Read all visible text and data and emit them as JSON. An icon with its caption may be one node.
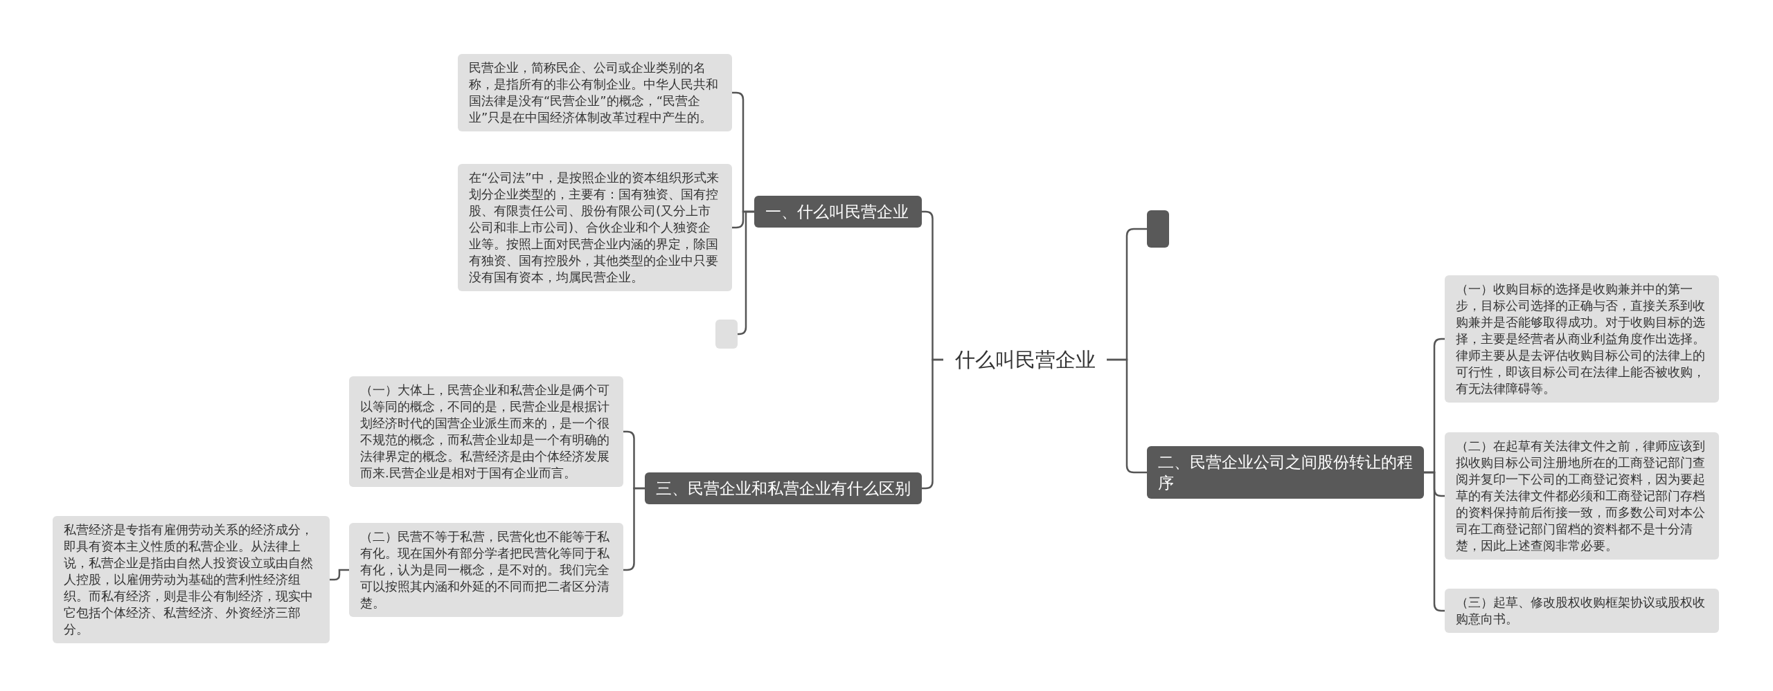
{
  "diagram": {
    "nodes": [
      {
        "text": [
          "什么叫民营企业"
        ]
      },
      {
        "text": [
          "一、什么叫民营企业"
        ]
      },
      {
        "text": [
          "民营企业，简称民企、公司或企业类别的名称，是指所有的非公有制企业。中华人民共和国法律是没有“民营企业”的概念，“民营企业”只是在中国经济体制改革过程中产生的。"
        ]
      },
      {
        "text": [
          "在“公司法”中，是按照企业的资本组织形式来划分企业类型的，主要有：国有独资、国有控股、有限责任公司、股份有限公司(又分上市公司和非上市公司)、合伙企业和个人独资企业等。按照上面对民营企业内涵的界定，除国有独资、国有控股外，其他类型的企业中只要没有国有资本，均属民营企业。"
        ]
      },
      {
        "text": [],
        "shape": "box"
      },
      {
        "text": [
          "三、民营企业和私营企业有什么区别"
        ]
      },
      {
        "text": [
          "（一）大体上，民营企业和私营企业是俩个可以等同的概念，不同的是，民营企业是根据计划经济时代的国营企业派生而来的，是一个很不规范的概念，而私营企业却是一个有明确的法律界定的概念。私营经济是由个体经济发展而来.民营企业是相对于国有企业而言。"
        ]
      },
      {
        "text": [
          "（二）民营不等于私营，民营化也不能等于私有化。现在国外有部分学者把民营化等同于私有化，认为是同一概念，是不对的。我们完全可以按照其内涵和外延的不同而把二者区分清楚。"
        ]
      },
      {
        "text": [
          "私营经济是专指有雇佣劳动关系的经济成分，即具有资本主义性质的私营企业。从法律上说，私营企业是指由自然人投资设立或由自然人控股，以雇佣劳动为基础的营利性经济组织。而私有经济，则是非公有制经济，现实中它包括个体经济、私营经济、外资经济三部分。"
        ]
      },
      {
        "text": [],
        "shape": "box"
      },
      {
        "text": [
          "二、民营企业公司之间股份转让的程序"
        ]
      },
      {
        "text": [
          "（一）收购目标的选择是收购兼并中的第一步，目标公司选择的正确与否，直接关系到收购兼并是否能够取得成功。对于收购目标的选择，主要是经营者从商业利益角度作出选择。律师主要从是去评估收购目标公司的法律上的可行性，即该目标公司在法律上能否被收购，有无法律障碍等。"
        ]
      },
      {
        "text": [
          "（二）在起草有关法律文件之前，律师应该到拟收购目标公司注册地所在的工商登记部门查阅并复印一下公司的工商登记资料，因为要起草的有关法律文件都必须和工商登记部门存档的资料保持前后衔接一致，而多数公司对本公司在工商登记部门留档的资料都不是十分清楚，因此上述查阅非常必要。"
        ]
      },
      {
        "text": [
          "（三）起草、修改股权收购框架协议或股权收购意向书。"
        ]
      }
    ],
    "edges": [
      {
        "from": 0,
        "to": 1,
        "arrow": "none"
      },
      {
        "from": 1,
        "to": 2,
        "arrow": "none"
      },
      {
        "from": 1,
        "to": 3,
        "arrow": "none"
      },
      {
        "from": 1,
        "to": 4,
        "arrow": "none"
      },
      {
        "from": 0,
        "to": 5,
        "arrow": "none"
      },
      {
        "from": 5,
        "to": 6,
        "arrow": "none"
      },
      {
        "from": 5,
        "to": 7,
        "arrow": "none"
      },
      {
        "from": 7,
        "to": 8,
        "arrow": "none"
      },
      {
        "from": 0,
        "to": 9,
        "arrow": "none"
      },
      {
        "from": 0,
        "to": 10,
        "arrow": "none"
      },
      {
        "from": 10,
        "to": 11,
        "arrow": "none"
      },
      {
        "from": 10,
        "to": 12,
        "arrow": "none"
      },
      {
        "from": 10,
        "to": 13,
        "arrow": "none"
      }
    ]
  }
}
